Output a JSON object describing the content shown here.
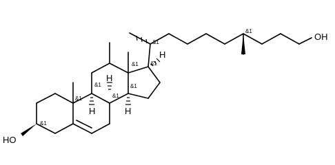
{
  "atoms": {
    "hydroxyl_left": "HO",
    "hydroxyl_right": "OH",
    "h_c8": "H",
    "h_c9": "H",
    "h_c14": "H",
    "h_c17": "H"
  },
  "stereo_marker": "&1"
}
